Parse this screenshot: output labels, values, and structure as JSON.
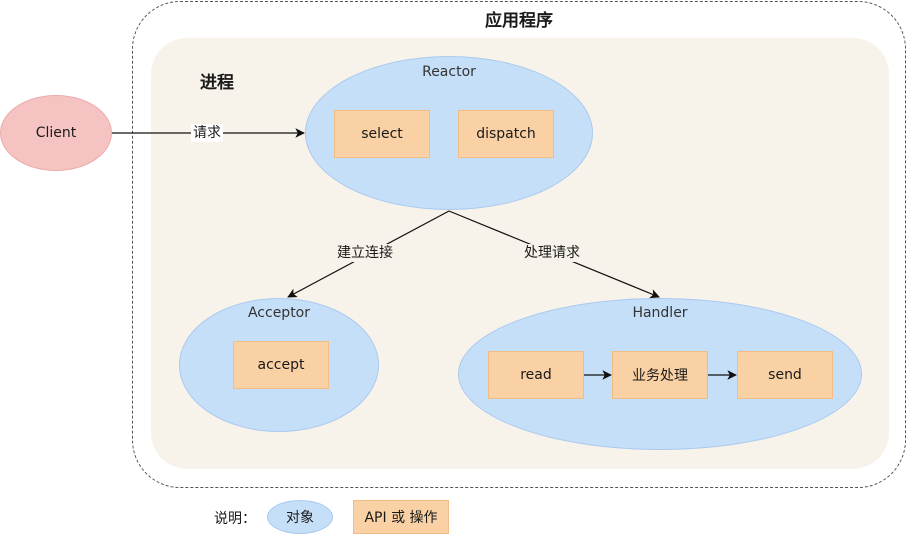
{
  "app": {
    "title": "应用程序"
  },
  "process": {
    "title": "进程"
  },
  "nodes": {
    "client": {
      "label": "Client"
    },
    "reactor": {
      "label": "Reactor",
      "apis": [
        "select",
        "dispatch"
      ]
    },
    "acceptor": {
      "label": "Acceptor",
      "apis": [
        "accept"
      ]
    },
    "handler": {
      "label": "Handler",
      "apis": [
        "read",
        "业务处理",
        "send"
      ]
    }
  },
  "edges": {
    "client_to_reactor": "请求",
    "reactor_to_acceptor": "建立连接",
    "reactor_to_handler": "处理请求"
  },
  "legend": {
    "title": "说明：",
    "object": "对象",
    "api": "API 或 操作"
  },
  "colors": {
    "object_fill": "#c6dff9",
    "api_fill": "#fad1a4",
    "client_fill": "#f6c3c3",
    "process_fill": "#f8f3ea"
  }
}
